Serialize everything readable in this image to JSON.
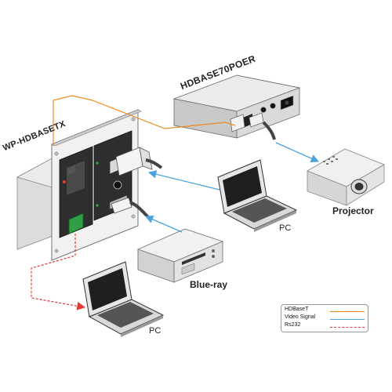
{
  "labels": {
    "wall_plate": "WP-HDBASETX",
    "receiver": "HDBASE70POER",
    "projector": "Projector",
    "pc_right": "PC",
    "pc_bottom": "PC",
    "bluray": "Blue-ray"
  },
  "legend": {
    "items": [
      {
        "label": "HDBaseT",
        "color": "#f08a24",
        "style": "solid"
      },
      {
        "label": "Video Signal",
        "color": "#4aa3df",
        "style": "solid"
      },
      {
        "label": "Rs232",
        "color": "#e53935",
        "style": "dashed"
      }
    ]
  }
}
